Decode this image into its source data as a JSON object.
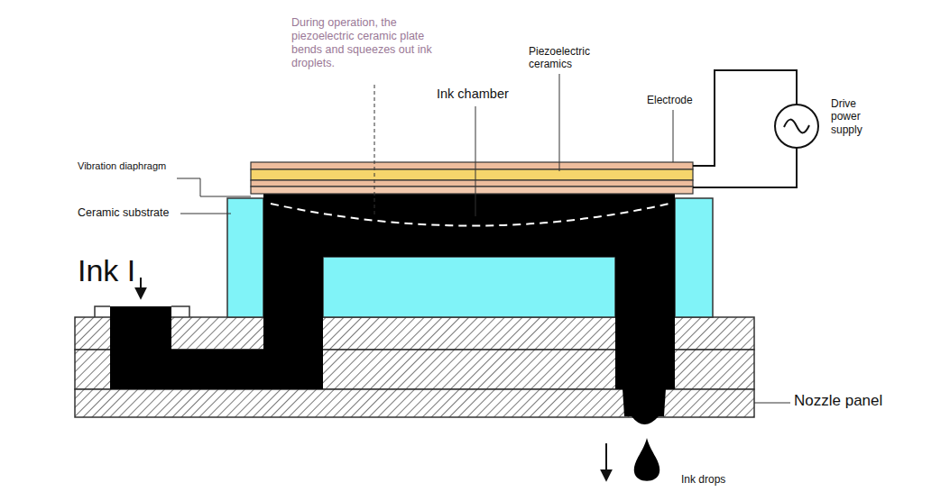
{
  "diagram": {
    "labels": [
      "During operation, the piezoelectric ceramic plate bends and squeezes out ink droplets.",
      "Ink chamber",
      "Piezoelectric ceramics",
      "Electrode",
      "Drive power supply",
      "Vibration diaphragm",
      "Ceramic substrate",
      "Ink I",
      "Nozzle panel",
      "Ink drops"
    ]
  }
}
